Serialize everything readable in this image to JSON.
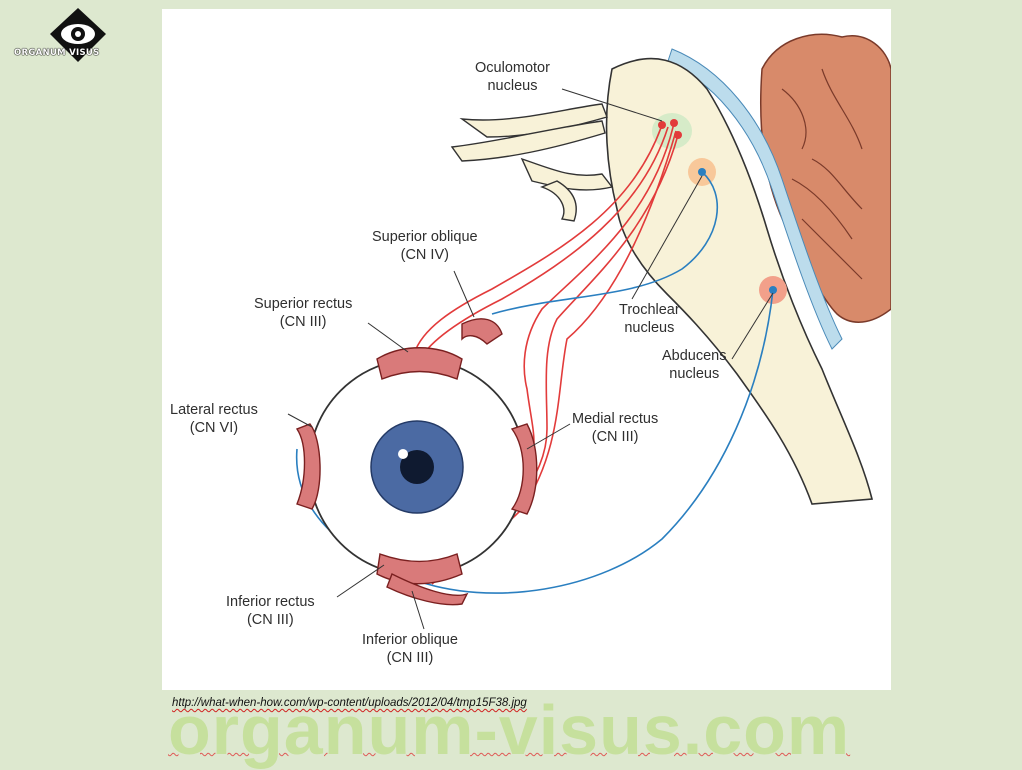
{
  "logo": {
    "text": "ORGANUM VISUS"
  },
  "labels": {
    "oculomotor": [
      "Oculomotor",
      "nucleus"
    ],
    "superior_oblique": [
      "Superior oblique",
      "(CN IV)"
    ],
    "superior_rectus": [
      "Superior rectus",
      "(CN III)"
    ],
    "trochlear": [
      "Trochlear",
      "nucleus"
    ],
    "abducens": [
      "Abducens",
      "nucleus"
    ],
    "lateral_rectus": [
      "Lateral rectus",
      "(CN VI)"
    ],
    "medial_rectus": [
      "Medial rectus",
      "(CN III)"
    ],
    "inferior_rectus": [
      "Inferior rectus",
      "(CN III)"
    ],
    "inferior_oblique": [
      "Inferior oblique",
      "(CN III)"
    ]
  },
  "source_url": "http://what-when-how.com/wp-content/uploads/2012/04/tmp15F38.jpg",
  "brand": "organum-visus.com",
  "colors": {
    "background": "#dde8cf",
    "nerve_red": "#e23b3b",
    "nerve_blue": "#2a7fc0",
    "brainstem": "#f8f2d8",
    "cerebellum": "#d88a6a",
    "iris": "#4b6aa3",
    "brand_green": "#c3df95"
  }
}
